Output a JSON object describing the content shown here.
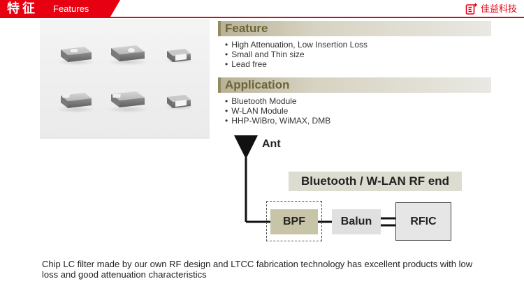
{
  "header": {
    "title_zh": "特征",
    "title_en": "Features",
    "brand_name": "佳益科技",
    "accent_color": "#e60012"
  },
  "feature": {
    "title": "Feature",
    "items": [
      "High Attenuation, Low Insertion Loss",
      "Small and Thin size",
      "Lead free"
    ]
  },
  "application": {
    "title": "Application",
    "items": [
      "Bluetooth Module",
      "W-LAN Module",
      "HHP-WiBro, WiMAX, DMB"
    ]
  },
  "diagram": {
    "antenna_label": "Ant",
    "title": "Bluetooth / W-LAN RF end",
    "blocks": {
      "bpf": "BPF",
      "balun": "Balun",
      "rfic": "RFIC"
    }
  },
  "footer": {
    "description": "Chip LC filter made by our own RF design and LTCC fabrication technology has excellent products with low loss and good attenuation characteristics"
  }
}
